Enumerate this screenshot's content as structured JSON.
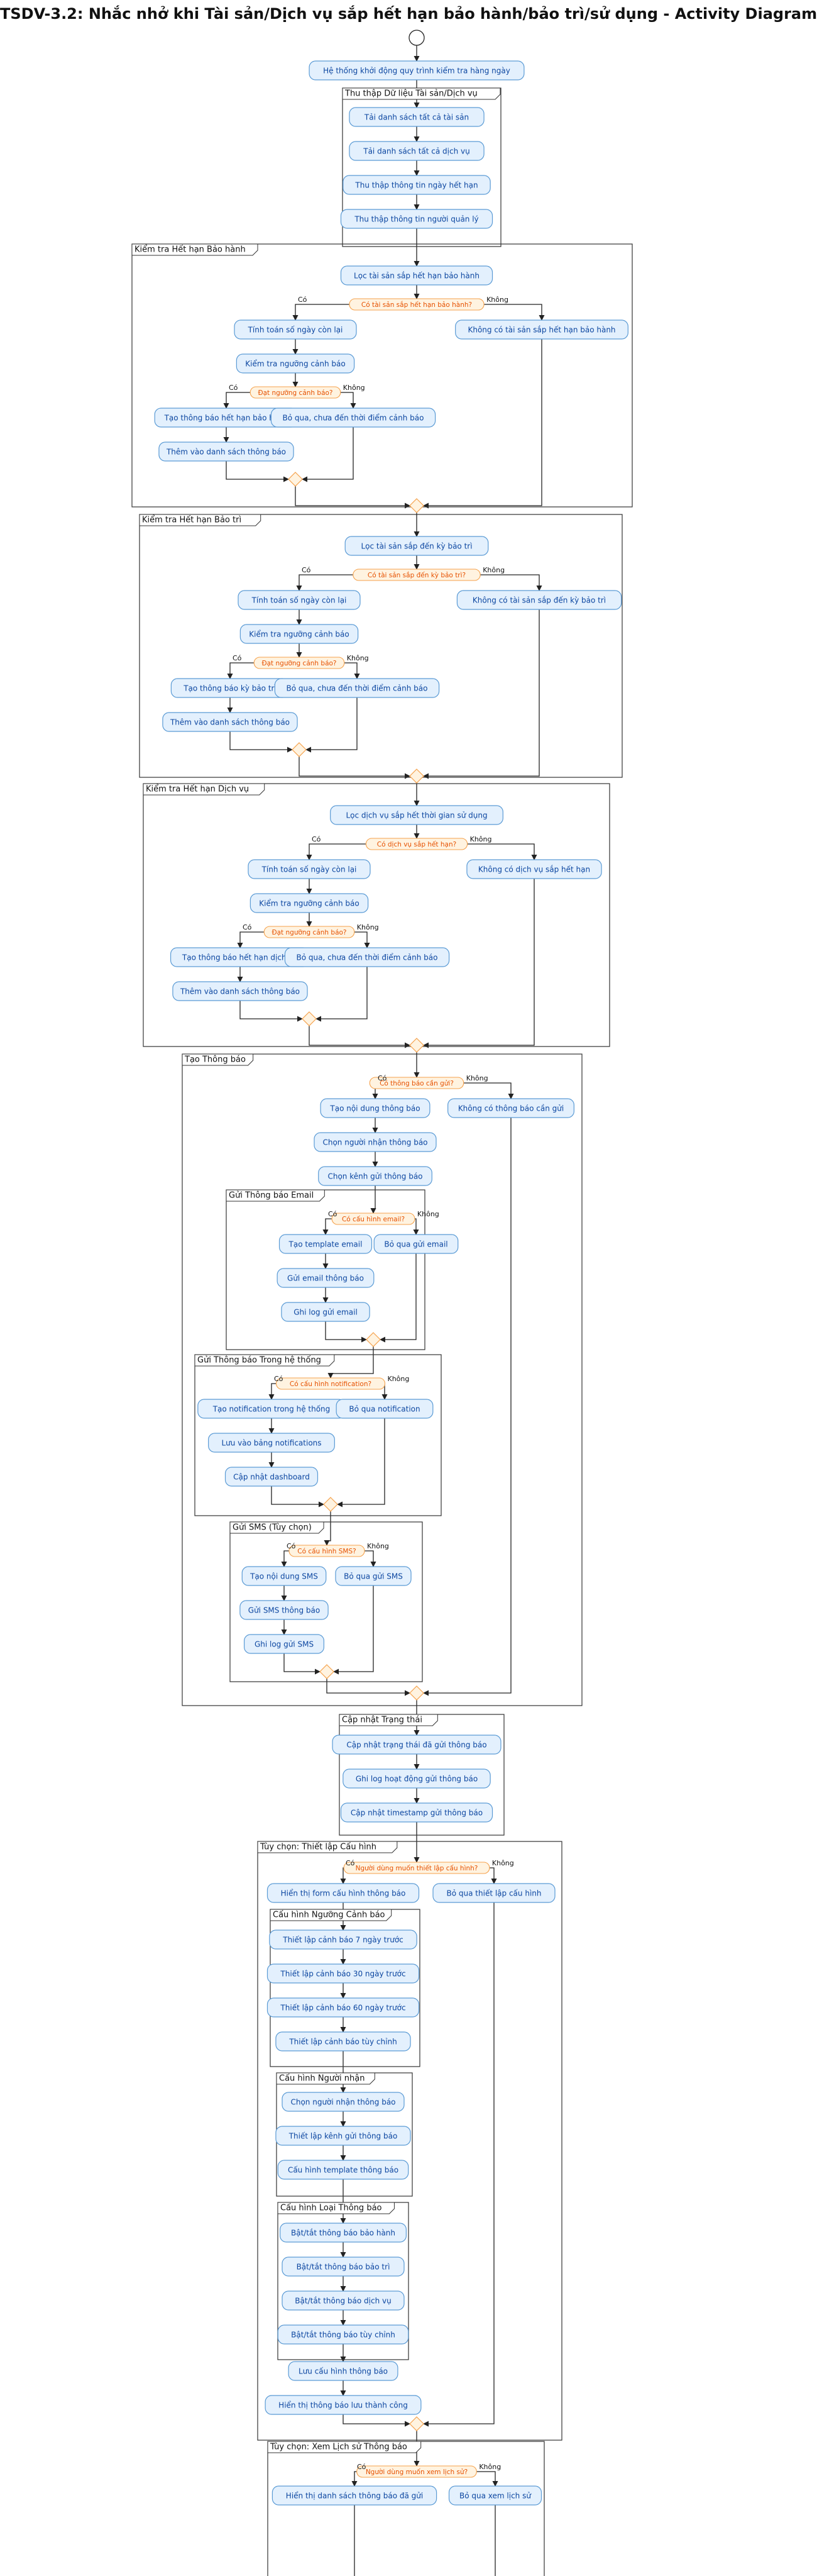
{
  "title": "TSDV-3.2: Nhắc nhở khi Tài sản/Dịch vụ sắp hết hạn bảo hành/bảo trì/sử dụng - Activity Diagram",
  "labels": {
    "yes": "Có",
    "no": "Không"
  },
  "colors": {
    "activity_fill": "#e3f0fd",
    "activity_stroke": "#5b9bd5",
    "activity_text": "#0d47a1",
    "decision_fill": "#fff3e0",
    "decision_stroke": "#f5a24c",
    "decision_text": "#e65100"
  },
  "start_activity": "Hệ thống khởi động quy trình kiểm tra hàng ngày",
  "partitions": {
    "collect": {
      "title": "Thu thập Dữ liệu Tài sản/Dịch vụ",
      "activities": [
        "Tải danh sách tất cả tài sản",
        "Tải danh sách tất cả dịch vụ",
        "Thu thập thông tin ngày hết hạn",
        "Thu thập thông tin người quản lý"
      ]
    },
    "warranty": {
      "title": "Kiểm tra Hết hạn Bảo hành",
      "filter": "Lọc tài sản sắp hết hạn bảo hành",
      "condition": "Có tài sản sắp hết hạn bảo hành?",
      "yes_steps": [
        "Tính toán số ngày còn lại",
        "Kiểm tra ngưỡng cảnh báo"
      ],
      "threshold_condition": "Đạt ngưỡng cảnh báo?",
      "create": "Tạo thông báo hết hạn bảo hành",
      "add": "Thêm vào danh sách thông báo",
      "skip": "Bỏ qua, chưa đến thời điểm cảnh báo",
      "no_branch": "Không có tài sản sắp hết hạn bảo hành"
    },
    "maintenance": {
      "title": "Kiểm tra Hết hạn Bảo trì",
      "filter": "Lọc tài sản sắp đến kỳ bảo trì",
      "condition": "Có tài sản sắp đến kỳ bảo trì?",
      "yes_steps": [
        "Tính toán số ngày còn lại",
        "Kiểm tra ngưỡng cảnh báo"
      ],
      "threshold_condition": "Đạt ngưỡng cảnh báo?",
      "create": "Tạo thông báo kỳ bảo trì",
      "add": "Thêm vào danh sách thông báo",
      "skip": "Bỏ qua, chưa đến thời điểm cảnh báo",
      "no_branch": "Không có tài sản sắp đến kỳ bảo trì"
    },
    "service": {
      "title": "Kiểm tra Hết hạn Dịch vụ",
      "filter": "Lọc dịch vụ sắp hết thời gian sử dụng",
      "condition": "Có dịch vụ sắp hết hạn?",
      "yes_steps": [
        "Tính toán số ngày còn lại",
        "Kiểm tra ngưỡng cảnh báo"
      ],
      "threshold_condition": "Đạt ngưỡng cảnh báo?",
      "create": "Tạo thông báo hết hạn dịch vụ",
      "add": "Thêm vào danh sách thông báo",
      "skip": "Bỏ qua, chưa đến thời điểm cảnh báo",
      "no_branch": "Không có dịch vụ sắp hết hạn"
    },
    "notify": {
      "title": "Tạo Thông báo",
      "condition": "Có thông báo cần gửi?",
      "steps": [
        "Tạo nội dung thông báo",
        "Chọn người nhận thông báo",
        "Chọn kênh gửi thông báo"
      ],
      "no_branch": "Không có thông báo cần gửi",
      "email": {
        "title": "Gửi Thông báo Email",
        "condition": "Có cấu hình email?",
        "steps": [
          "Tạo template email",
          "Gửi email thông báo",
          "Ghi log gửi email"
        ],
        "skip": "Bỏ qua gửi email"
      },
      "inapp": {
        "title": "Gửi Thông báo Trong hệ thống",
        "condition": "Có cấu hình notification?",
        "steps": [
          "Tạo notification trong hệ thống",
          "Lưu vào bảng notifications",
          "Cập nhật dashboard"
        ],
        "skip": "Bỏ qua notification"
      },
      "sms": {
        "title": "Gửi SMS (Tùy chọn)",
        "condition": "Có cấu hình SMS?",
        "steps": [
          "Tạo nội dung SMS",
          "Gửi SMS thông báo",
          "Ghi log gửi SMS"
        ],
        "skip": "Bỏ qua gửi SMS"
      }
    },
    "status": {
      "title": "Cập nhật Trạng thái",
      "activities": [
        "Cập nhật trạng thái đã gửi thông báo",
        "Ghi log hoạt động gửi thông báo",
        "Cập nhật timestamp gửi thông báo"
      ]
    },
    "config": {
      "title": "Tùy chọn: Thiết lập Cấu hình",
      "condition": "Người dùng muốn thiết lập cấu hình?",
      "show_form": "Hiển thị form cấu hình thông báo",
      "skip": "Bỏ qua thiết lập cấu hình",
      "threshold": {
        "title": "Cấu hình Ngưỡng Cảnh báo",
        "steps": [
          "Thiết lập cảnh báo 7 ngày trước",
          "Thiết lập cảnh báo 30 ngày trước",
          "Thiết lập cảnh báo 60 ngày trước",
          "Thiết lập cảnh báo tùy chỉnh"
        ]
      },
      "recipient": {
        "title": "Cấu hình Người nhận",
        "steps": [
          "Chọn người nhận thông báo",
          "Thiết lập kênh gửi thông báo",
          "Cấu hình template thông báo"
        ]
      },
      "types": {
        "title": "Cấu hình Loại Thông báo",
        "steps": [
          "Bật/tắt thông báo bảo hành",
          "Bật/tắt thông báo bảo trì",
          "Bật/tắt thông báo dịch vụ",
          "Bật/tắt thông báo tùy chỉnh"
        ]
      },
      "save": "Lưu cấu hình thông báo",
      "done": "Hiển thị thông báo lưu thành công"
    },
    "history": {
      "title": "Tùy chọn: Xem Lịch sử Thông báo",
      "condition": "Người dùng muốn xem lịch sử?",
      "show": "Hiển thị danh sách thông báo đã gửi",
      "skip": "Bỏ qua xem lịch sử"
    }
  }
}
